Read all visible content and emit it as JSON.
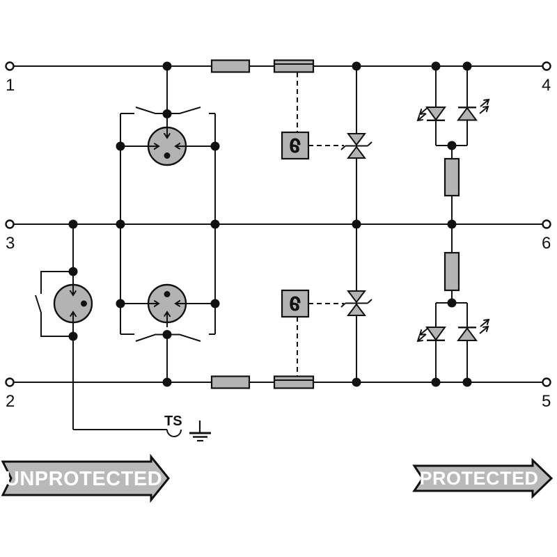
{
  "terminals": {
    "t1": "1",
    "t2": "2",
    "t3": "3",
    "t4": "4",
    "t5": "5",
    "t6": "6"
  },
  "labels": {
    "ts": "TS",
    "thermal_upper": "ϑ",
    "thermal_lower": "ϑ"
  },
  "banners": {
    "unprotected": "UNPROTECTED",
    "protected": "PROTECTED"
  },
  "icons": {
    "gas_discharge_tube_upper": "3-electrode arrester: circle, three inward arrows, dot bottom",
    "gas_discharge_tube_lower": "3-electrode arrester: circle, three inward arrows, dot top",
    "gas_discharge_tube_left": "2-electrode arrester: circle, two inward arrows, dot right",
    "fuse": "rectangle with parallel inner line",
    "resistor": "gray rectangle",
    "thermal_disconnect": "boxed theta linked by dashed lines",
    "tvs_diode": "bidirectional suppressor: two facing triangles with zener bar",
    "led": "triangle diode with two emission arrows",
    "disconnect_switch": "open switch blades",
    "earth_ground": "three stacked bars",
    "ts_contact": "half-circle socket hook"
  },
  "colors": {
    "line": "#111111",
    "comp": "#b3b3b3",
    "banner": "#b9b9b9",
    "banner_text": "#ffffff",
    "bg": "#ffffff"
  }
}
